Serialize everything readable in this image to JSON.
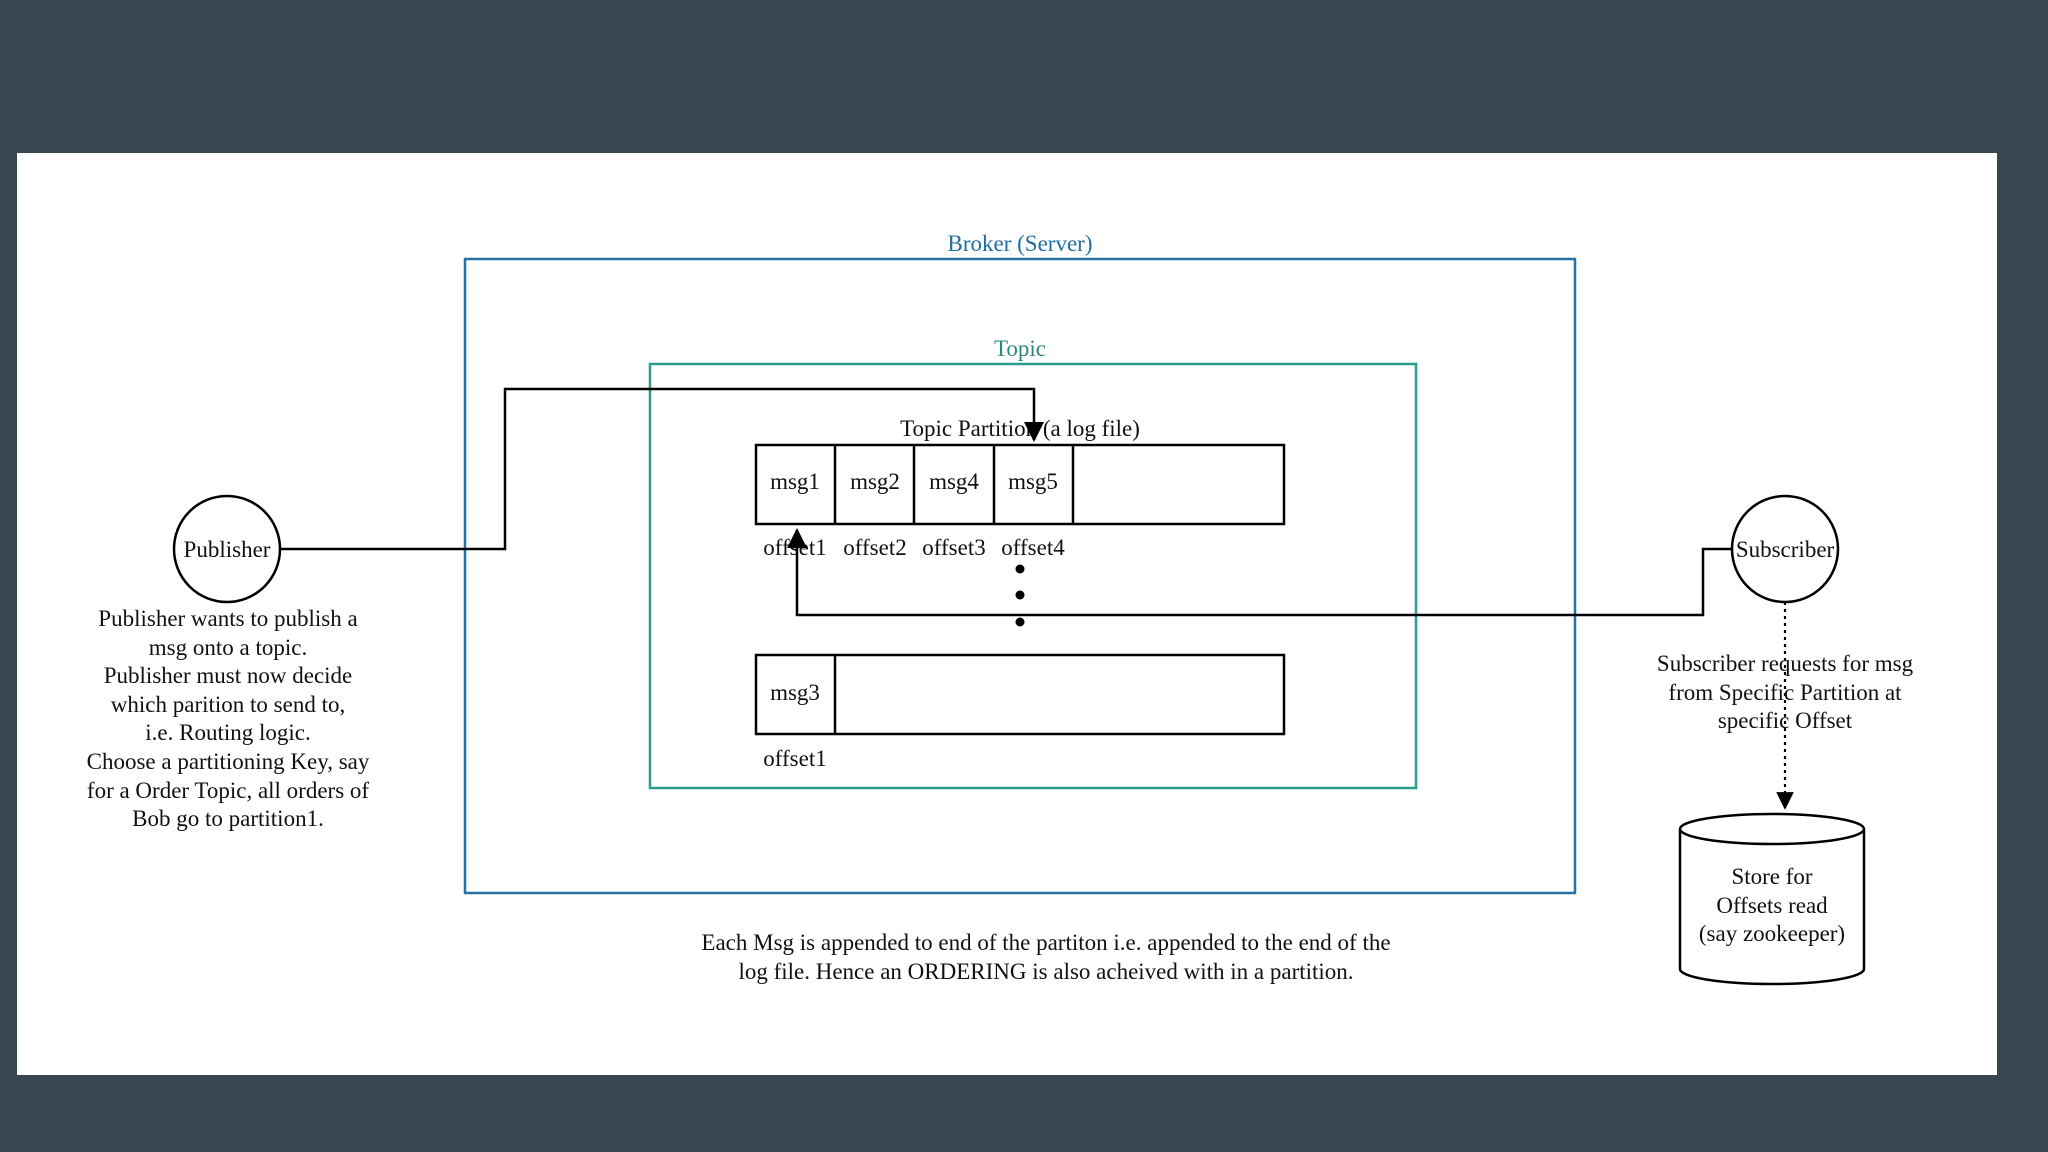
{
  "broker": {
    "title": "Broker (Server)",
    "color": "#2472a4"
  },
  "topic": {
    "title": "Topic",
    "color": "#2a9d8f"
  },
  "partition1": {
    "title": "Topic Partition (a log file)",
    "messages": [
      "msg1",
      "msg2",
      "msg4",
      "msg5"
    ],
    "offsets": [
      "offset1",
      "offset2",
      "offset3",
      "offset4"
    ]
  },
  "partition2": {
    "messages": [
      "msg3"
    ],
    "offsets": [
      "offset1"
    ]
  },
  "publisher": {
    "label": "Publisher",
    "note": [
      "Publisher wants to publish a",
      "msg onto a topic.",
      "Publisher must now decide",
      "which parition to send to,",
      "i.e. Routing logic.",
      "Choose a partitioning Key,  say",
      "for a Order Topic, all orders of",
      "Bob go to partition1."
    ]
  },
  "subscriber": {
    "label": "Subscriber",
    "note": [
      "Subscriber requests for msg",
      "from Specific Partition at",
      "specific Offset"
    ]
  },
  "store": {
    "lines": [
      "Store for",
      "Offsets read",
      "(say zookeeper)"
    ]
  },
  "footer": [
    "Each Msg is appended to end of the partiton i.e. appended to the end of the",
    "log file. Hence an ORDERING is also acheived with in a partition."
  ]
}
